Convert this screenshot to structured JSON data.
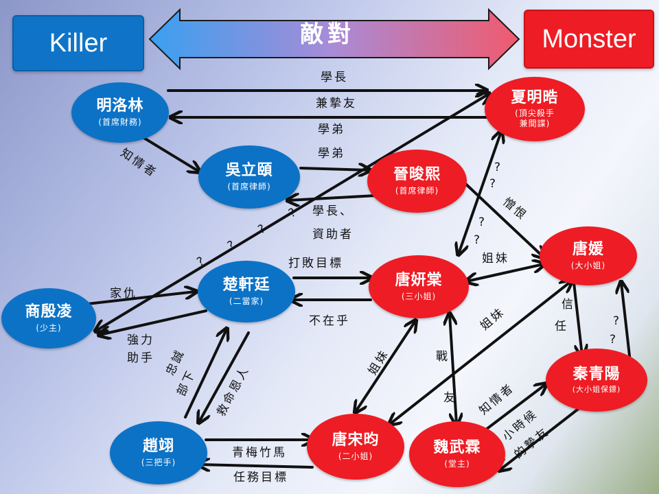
{
  "header": {
    "left_title": "Killer",
    "center_title": "敵對",
    "right_title": "Monster"
  },
  "colors": {
    "killer_blue": "#0c72c6",
    "monster_red": "#ee1c24",
    "edge": "#111111"
  },
  "nodes": {
    "ming": {
      "name": "明洛林",
      "role": "(首席財務)"
    },
    "wu": {
      "name": "吳立頤",
      "role": "(首席律師)"
    },
    "shang": {
      "name": "商殷凌",
      "role": "(少主)"
    },
    "chu": {
      "name": "楚軒廷",
      "role": "(二當家)"
    },
    "zhao": {
      "name": "趙翊",
      "role": "(三把手)"
    },
    "xia": {
      "name": "夏明晧",
      "role_line1": "(頂尖殺手",
      "role_line2": "兼間諜)"
    },
    "jin": {
      "name": "晉晙熙",
      "role": "(首席律師)"
    },
    "tang3": {
      "name": "唐妍棠",
      "role": "(三小姐)"
    },
    "tang1": {
      "name": "唐媛",
      "role": "(大小姐)"
    },
    "qin": {
      "name": "秦青陽",
      "role": "(大小姐保鏢)"
    },
    "tang2": {
      "name": "唐宋昀",
      "role": "(二小姐)"
    },
    "wei": {
      "name": "魏武霖",
      "role": "(堂主)"
    }
  },
  "labels": {
    "senior": "學長",
    "concurrent_friend": "兼摯友",
    "junior1": "學弟",
    "junior2": "學弟",
    "knower1": "知情者",
    "senior_sponsor1": "學長、",
    "senior_sponsor2": "資助者",
    "qmarks_long": "? ? ? ?",
    "qmark_small": "?",
    "qm_xia_1": "?",
    "qm_xia_2": "?",
    "qm_tang3_1": "?",
    "qm_tang3_2": "?",
    "qm_qin_1": "?",
    "qm_qin_2": "?",
    "hate": "憎恨",
    "defeat": "打敗目標",
    "dont_care": "不在乎",
    "family_enemy": "家仇",
    "strong_helper1": "強力",
    "strong_helper2": "助手",
    "loyal1": "忠誠",
    "loyal2": "部下",
    "saver": "救命恩人",
    "sisters1": "姐妹",
    "sisters2": "姐妹",
    "sisters3": "姐妹",
    "war1": "戰",
    "war2": "友",
    "trust1": "信",
    "trust2": "任",
    "childhood": "青梅竹馬",
    "mission": "任務目標",
    "knower2": "知情者",
    "childhood_friend1": "小時候",
    "childhood_friend2": "的摯友"
  }
}
